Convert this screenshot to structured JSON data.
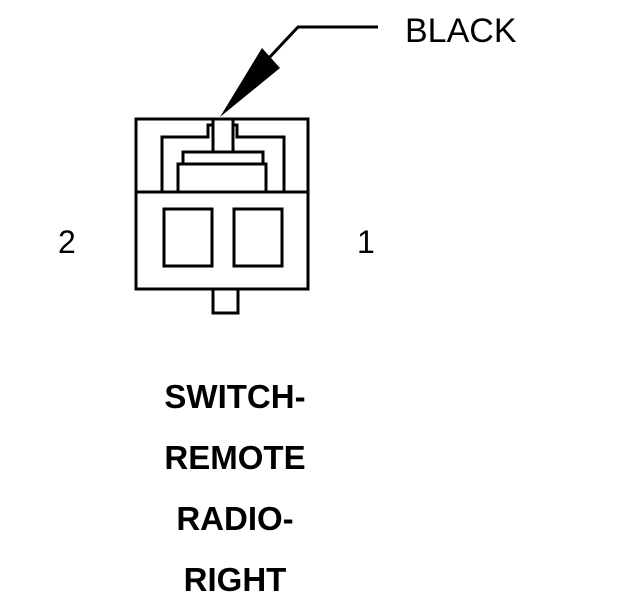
{
  "callout": {
    "wire_color": "BLACK"
  },
  "pins": {
    "left": "2",
    "right": "1"
  },
  "title": {
    "lines": [
      "SWITCH-",
      "REMOTE",
      "RADIO-",
      "RIGHT"
    ]
  }
}
